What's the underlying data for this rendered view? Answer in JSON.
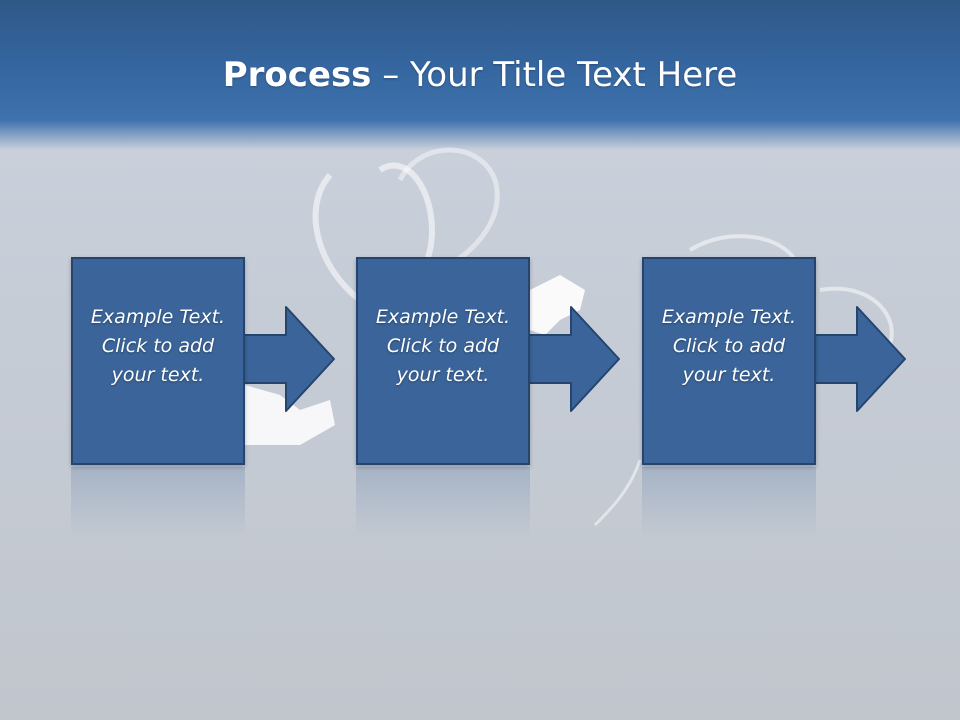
{
  "slide": {
    "title_strong": "Process",
    "title_rest": " – Your Title Text Here"
  },
  "steps": [
    {
      "text": "Example Text. Click  to add your text."
    },
    {
      "text": "Example Text. Click  to add your text."
    },
    {
      "text": "Example Text. Click  to add your text."
    }
  ],
  "colors": {
    "header_blue": "#3566a0",
    "box_fill": "#3b659a",
    "box_border": "#25456f",
    "background": "#c6ccd6"
  }
}
